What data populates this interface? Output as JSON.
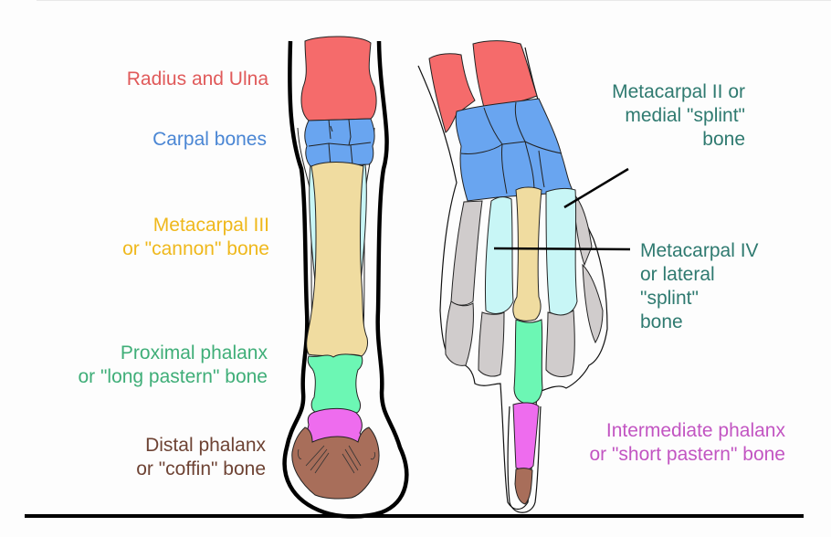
{
  "diagram": {
    "title": "Horse foreleg vs human hand bone homology",
    "colors": {
      "radius_ulna": "#f56b6b",
      "carpal": "#69a5f0",
      "metacarpal_iii": "#f0dca0",
      "splint": "#c8f6f6",
      "proximal_phalanx": "#6cf7b4",
      "intermediate_phalanx": "#ee6cee",
      "distal_phalanx": "#a86e5a",
      "other_digits": "#d0cccc",
      "outline": "#111111"
    }
  },
  "labels": {
    "radius_ulna": {
      "lines": [
        "Radius and Ulna"
      ],
      "color": "#e05a5a"
    },
    "carpal": {
      "lines": [
        "Carpal bones"
      ],
      "color": "#4a86d4"
    },
    "metacarpal_iii": {
      "lines": [
        "Metacarpal III",
        "or \"cannon\" bone"
      ],
      "color": "#efb81c"
    },
    "proximal_phalanx": {
      "lines": [
        "Proximal phalanx",
        "or \"long pastern\" bone"
      ],
      "color": "#3fae78"
    },
    "distal_phalanx": {
      "lines": [
        "Distal phalanx",
        "or \"coffin\" bone"
      ],
      "color": "#6e4334"
    },
    "metacarpal_ii": {
      "lines": [
        "Metacarpal II or",
        "medial \"splint\"",
        "bone"
      ],
      "color": "#2f7a70"
    },
    "metacarpal_iv": {
      "lines": [
        "Metacarpal IV",
        "or lateral",
        "\"splint\"",
        "bone"
      ],
      "color": "#2f7a70"
    },
    "intermediate_phalanx": {
      "lines": [
        "Intermediate phalanx",
        "or \"short pastern\" bone"
      ],
      "color": "#c255c2"
    }
  }
}
